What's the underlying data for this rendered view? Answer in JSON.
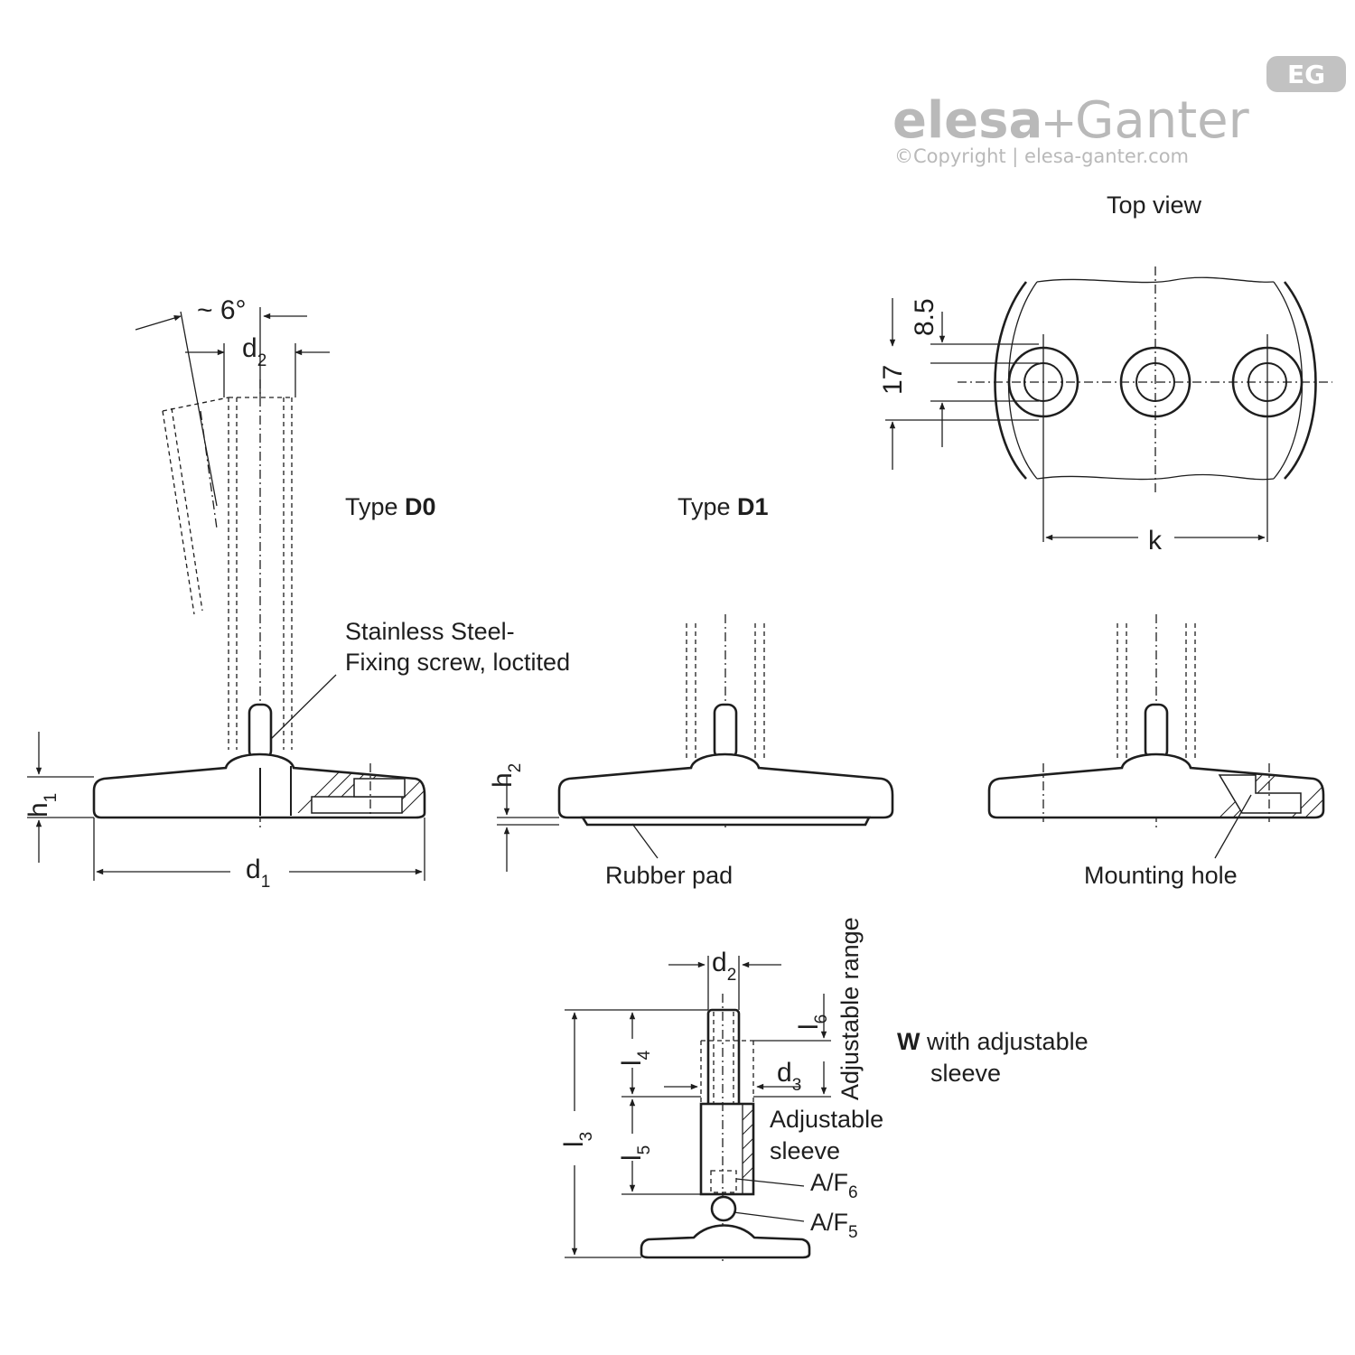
{
  "brand": {
    "name_part1": "elesa",
    "plus": "+",
    "name_part2": "Ganter",
    "copyright": "©Copyright | elesa-ganter.com",
    "badge": "EG"
  },
  "views": {
    "top_view": "Top view",
    "type_d0_prefix": "Type ",
    "type_d0_code": "D0",
    "type_d1_prefix": "Type ",
    "type_d1_code": "D1",
    "w_code": "W",
    "w_text_line1": " with adjustable",
    "w_text_line2": "sleeve"
  },
  "callouts": {
    "screw_line1": "Stainless Steel-",
    "screw_line2": "Fixing screw, loctited",
    "rubber_pad": "Rubber pad",
    "mounting_hole": "Mounting hole",
    "adj_sleeve_line1": "Adjustable",
    "adj_sleeve_line2": "sleeve",
    "adj_range": "Adjustable range"
  },
  "dimensions": {
    "angle": "~ 6°",
    "d": "d",
    "h": "h",
    "l": "l",
    "af": "A/F",
    "sub_1": "1",
    "sub_2": "2",
    "sub_3": "3",
    "sub_4": "4",
    "sub_5": "5",
    "sub_6": "6",
    "k": "k",
    "v85": "8.5",
    "v17": "17"
  }
}
